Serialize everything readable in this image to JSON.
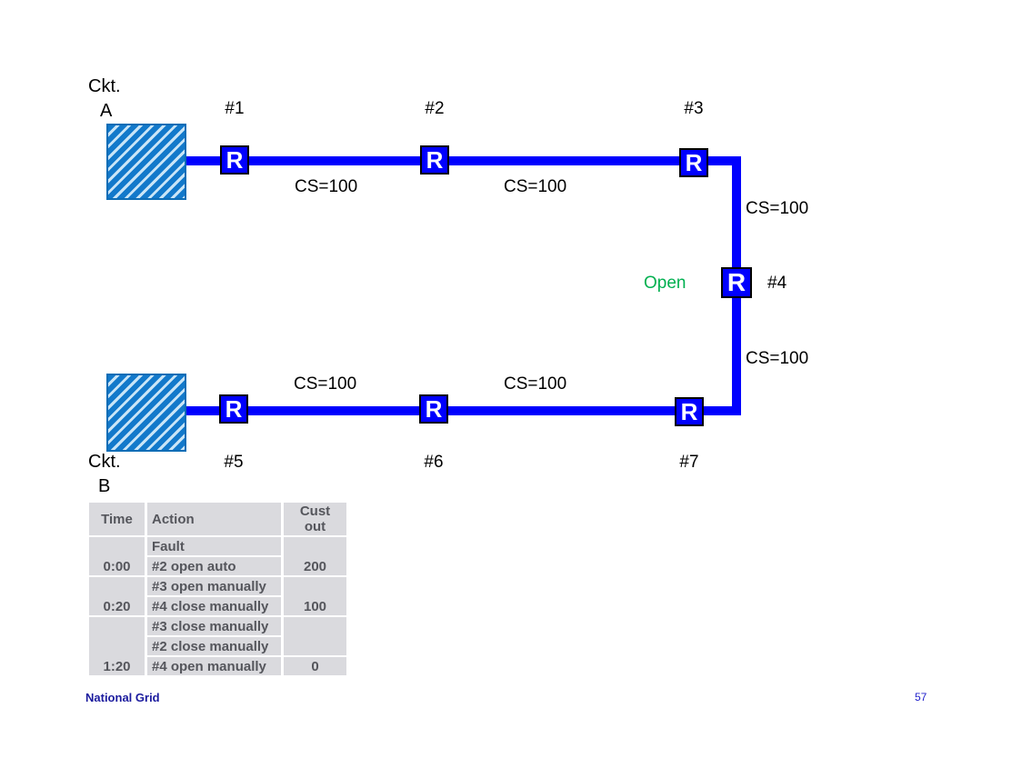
{
  "slide": {
    "source_a": {
      "line1": "Ckt.",
      "line2": "A"
    },
    "source_b": {
      "line1": "Ckt.",
      "line2": "B"
    },
    "recloser_symbol": "R",
    "reclosers": [
      {
        "id": "#1"
      },
      {
        "id": "#2"
      },
      {
        "id": "#3"
      },
      {
        "id": "#4"
      },
      {
        "id": "#5"
      },
      {
        "id": "#6"
      },
      {
        "id": "#7"
      }
    ],
    "segment_labels": [
      "CS=100",
      "CS=100",
      "CS=100",
      "CS=100",
      "CS=100",
      "CS=100"
    ],
    "open_label": "Open"
  },
  "table": {
    "headers": [
      "Time",
      "Action",
      "Cust out"
    ],
    "groups": [
      {
        "time": "0:00",
        "actions": [
          "Fault",
          "#2 open auto"
        ],
        "cust_out": "200"
      },
      {
        "time": "0:20",
        "actions": [
          "#3 open manually",
          "#4 close manually"
        ],
        "cust_out": "100"
      },
      {
        "time": "1:20",
        "actions": [
          "#3 close manually",
          "#2 close manually",
          "#4 open manually"
        ],
        "cust_out": "0"
      }
    ]
  },
  "footer": {
    "brand": "National Grid",
    "page_number": "57"
  },
  "colors": {
    "circuit_blue": "#0000FE",
    "source_fill": "#1279CB",
    "source_hatch": "#C9E5F7",
    "open_green": "#00B050",
    "table_cell_bg": "#DADADE",
    "table_text": "#55565C",
    "brand_navy": "#1B1B9E",
    "page_number_blue": "#2222CC"
  }
}
